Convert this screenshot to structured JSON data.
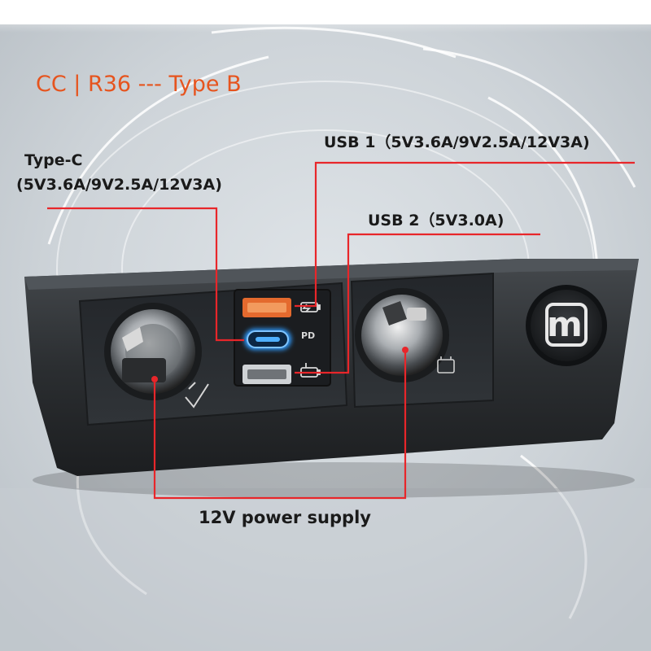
{
  "title": "CC | R36  ---  Type B",
  "labels": {
    "usb1": "USB 1（5V3.6A/9V2.5A/12V3A)",
    "typec_name": "Type-C",
    "typec_spec": "(5V3.6A/9V2.5A/12V3A)",
    "usb2": "USB 2（5V3.0A)",
    "power": "12V power supply"
  },
  "ports": {
    "pd_label": "PD"
  },
  "logo": {
    "glyph": "m"
  },
  "colors": {
    "title": "#e6541e",
    "leader_line": "#e8262a",
    "typec_glow": "#2e9bff",
    "usb1_port": "#e46a2e",
    "panel": "#2b2e31"
  },
  "icons": [
    "cigarette-socket-icon",
    "fast-charge-battery-icon",
    "battery-charge-icon",
    "brand-logo-icon"
  ]
}
